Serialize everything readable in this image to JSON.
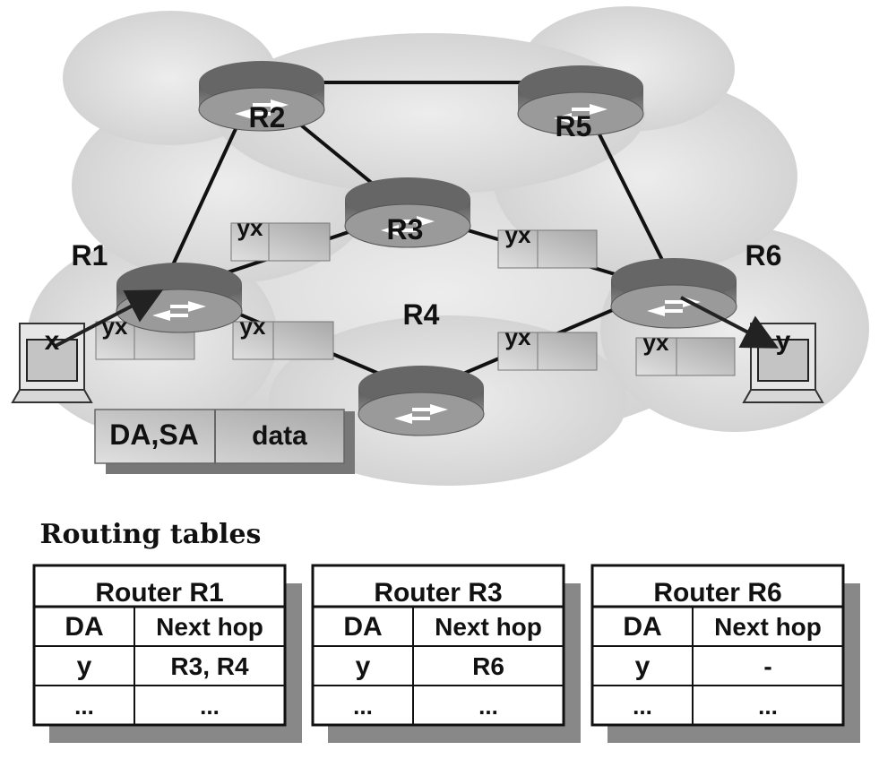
{
  "routing_tables": {
    "caption": "Routing tables",
    "tables": [
      {
        "title": "Router R1",
        "headers": [
          "DA",
          "Next hop"
        ],
        "rows": [
          [
            "y",
            "R3, R4"
          ],
          [
            "...",
            "..."
          ]
        ]
      },
      {
        "title": "Router R3",
        "headers": [
          "DA",
          "Next hop"
        ],
        "rows": [
          [
            "y",
            "R6"
          ],
          [
            "...",
            "..."
          ]
        ]
      },
      {
        "title": "Router R6",
        "headers": [
          "DA",
          "Next hop"
        ],
        "rows": [
          [
            "y",
            "-"
          ],
          [
            "...",
            "..."
          ]
        ]
      }
    ]
  },
  "packet_legend": {
    "address_label": "DA,SA",
    "data_label": "data"
  },
  "hosts": {
    "source": "x",
    "destination": "y"
  },
  "routers": [
    "R1",
    "R2",
    "R3",
    "R4",
    "R5",
    "R6"
  ],
  "packet_tag": "yx"
}
